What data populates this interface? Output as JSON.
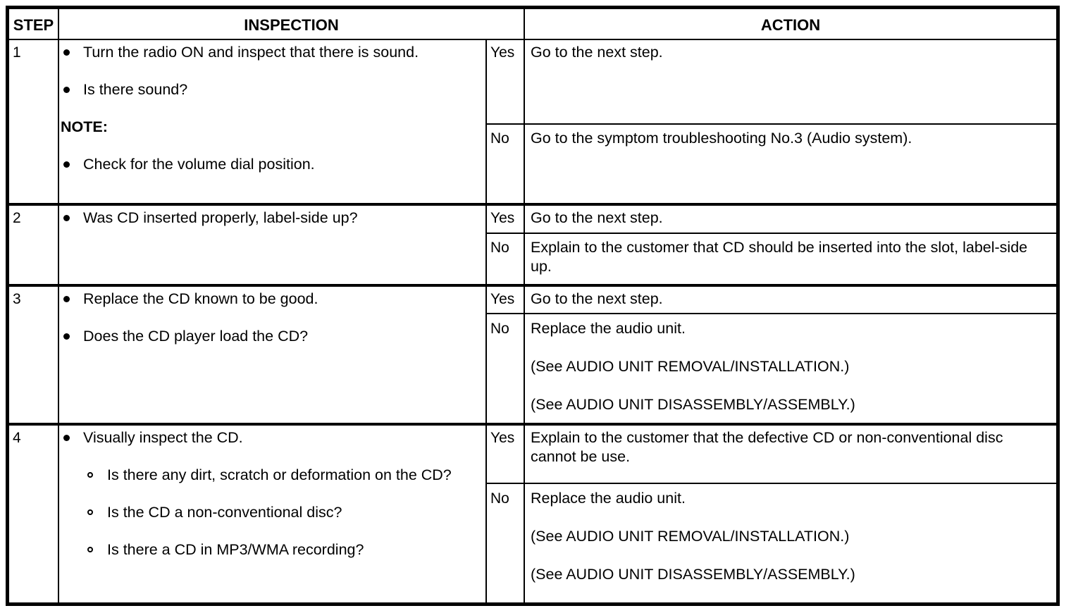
{
  "table": {
    "headers": {
      "step": "STEP",
      "inspection": "INSPECTION",
      "action": "ACTION"
    },
    "answers": {
      "yes": "Yes",
      "no": "No"
    },
    "rows": [
      {
        "step": "1",
        "inspection": {
          "bullets": [
            "Turn the radio ON and inspect that there is sound.",
            "Is there sound?"
          ],
          "note_label": "NOTE:",
          "note_bullets": [
            "Check for the volume dial position."
          ]
        },
        "yes_action": [
          "Go to the next step."
        ],
        "no_action": [
          "Go to the symptom troubleshooting No.3 (Audio system)."
        ]
      },
      {
        "step": "2",
        "inspection": {
          "bullets": [
            "Was CD inserted properly, label-side up?"
          ],
          "note_label": "",
          "note_bullets": []
        },
        "yes_action": [
          "Go to the next step."
        ],
        "no_action": [
          "Explain to the customer that CD should be inserted into the slot, label-side up."
        ]
      },
      {
        "step": "3",
        "inspection": {
          "bullets": [
            "Replace the CD known to be good.",
            "Does the CD player load the CD?"
          ],
          "note_label": "",
          "note_bullets": []
        },
        "yes_action": [
          "Go to the next step."
        ],
        "no_action": [
          "Replace the audio unit.",
          "(See AUDIO UNIT REMOVAL/INSTALLATION.)",
          "(See AUDIO UNIT DISASSEMBLY/ASSEMBLY.)"
        ]
      },
      {
        "step": "4",
        "inspection": {
          "bullets": [
            "Visually inspect the CD."
          ],
          "sub_bullets": [
            "Is there any dirt, scratch or deformation on the CD?",
            "Is the CD a non-conventional disc?",
            "Is there a CD in MP3/WMA recording?"
          ],
          "note_label": "",
          "note_bullets": []
        },
        "yes_action": [
          "Explain to the customer that the defective CD or non-conventional disc cannot be use."
        ],
        "no_action": [
          "Replace the audio unit.",
          "(See AUDIO UNIT REMOVAL/INSTALLATION.)",
          "(See AUDIO UNIT DISASSEMBLY/ASSEMBLY.)"
        ]
      }
    ]
  }
}
